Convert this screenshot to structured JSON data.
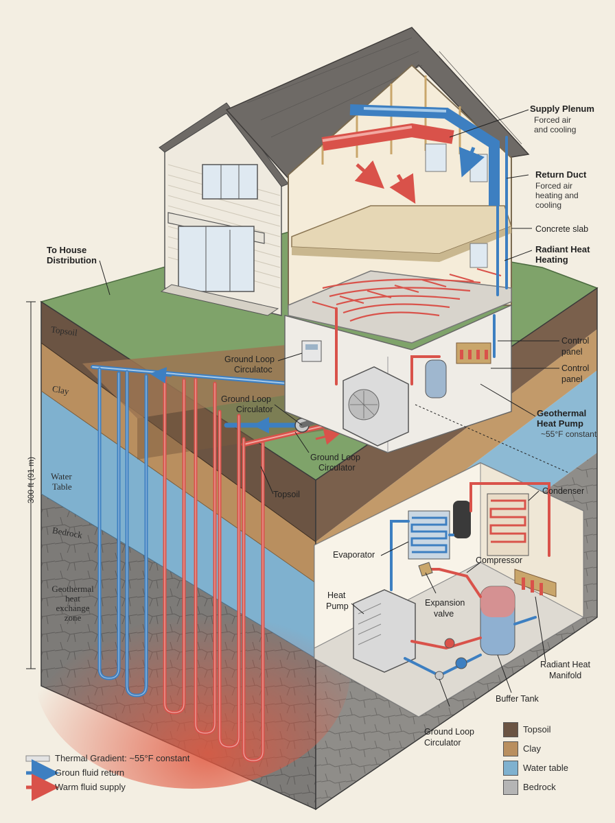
{
  "labels": {
    "supply_plenum": "Supply Plenum",
    "supply_plenum_sub1": "Forced air",
    "supply_plenum_sub2": "and cooling",
    "return_duct": "Return Duct",
    "return_duct_sub1": "Forced air",
    "return_duct_sub2": "heating and",
    "return_duct_sub3": "cooling",
    "concrete_slab": "Concrete slab",
    "radiant_heat_1": "Radiant Heat",
    "radiant_heat_2": "Heating",
    "to_house_1": "To House",
    "to_house_2": "Distribution",
    "control_panel_a1": "Control",
    "control_panel_a2": "panel",
    "control_panel_b1": "Control",
    "control_panel_b2": "panel",
    "geo_hp_1": "Geothermal",
    "geo_hp_2": "Heat Pump",
    "geo_hp_3": "~55°F constant",
    "glc_a1": "Ground Loop",
    "glc_a2": "Circulatoc",
    "glc_b1": "Ground Loop",
    "glc_b2": "Circulator",
    "glc_c1": "Ground Loop",
    "glc_c2": "Circulator",
    "glc_d1": "Ground Loop",
    "glc_d2": "Circulator",
    "topsoil_callout": "Topsoil",
    "condenser": "Condenser",
    "evaporator": "Evaporator",
    "compressor": "Compressor",
    "heat_pump_1": "Heat",
    "heat_pump_2": "Pump",
    "expansion_1": "Expansion",
    "expansion_2": "valve",
    "radiant_manifold_1": "Radiant Heat",
    "radiant_manifold_2": "Manifold",
    "buffer_tank": "Buffer Tank",
    "depth": "300 ft (91 m)"
  },
  "strata": {
    "topsoil": "Topsoil",
    "clay": "Clay",
    "water_1": "Water",
    "water_2": "Table",
    "bedrock": "Bedrock",
    "geo_1": "Geothermal",
    "geo_2": "heat",
    "geo_3": "exchange",
    "geo_4": "zone"
  },
  "legend_left": [
    {
      "text": "Thermal Gradient: ~55°F constant",
      "color": "#b9b9b9"
    },
    {
      "text": "Groun fluid return",
      "color": "#3d7fc1"
    },
    {
      "text": "Warm fluid supply",
      "color": "#d9524a"
    }
  ],
  "legend_right": [
    {
      "text": "Topsoil",
      "color": "#6b5443"
    },
    {
      "text": "Clay",
      "color": "#b98f5f"
    },
    {
      "text": "Water table",
      "color": "#7fb1cf"
    },
    {
      "text": "Bedrock",
      "color": "#b5b5b5"
    }
  ],
  "colors": {
    "supply": "#d9524a",
    "return": "#3d7fc1",
    "grass": "#7fa36a",
    "topsoil": "#6b5443",
    "clay": "#b98f5f",
    "water": "#7fb1cf",
    "bedrock": "#7d7b78",
    "roof": "#6e6a66",
    "siding": "#efeadf"
  }
}
